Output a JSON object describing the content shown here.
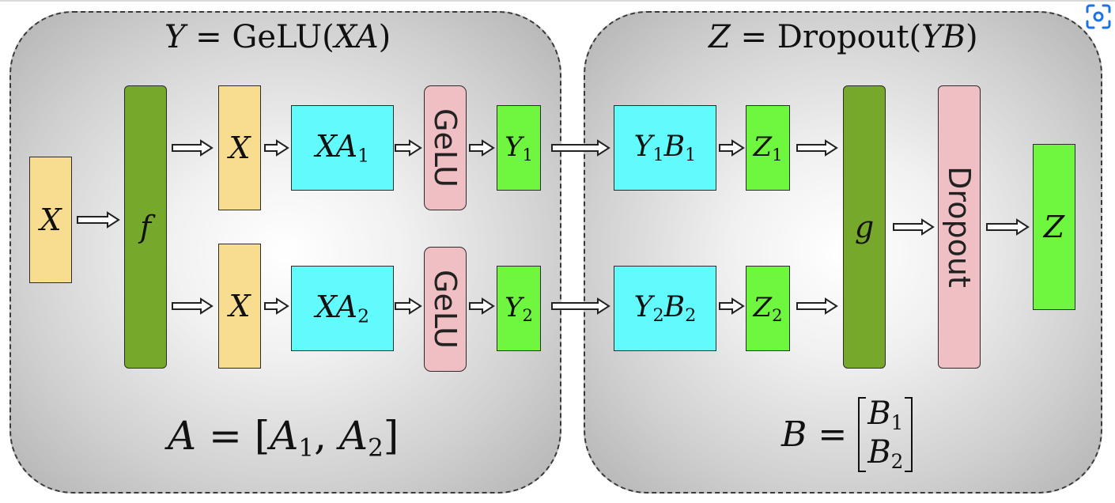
{
  "left_panel": {
    "title": {
      "lhs": "Y",
      "eq": " = ",
      "fn": "GeLU",
      "open": "(",
      "arg": "XA",
      "close": ")"
    },
    "footer": {
      "lhs": "A",
      "eq": " = [",
      "a1": "A",
      "s1": "1",
      "comma": ", ",
      "a2": "A",
      "s2": "2",
      "close": "]"
    },
    "input_x": "X",
    "f_label": "f",
    "rows": [
      {
        "x": "X",
        "xa": "XA",
        "xa_sub": "1",
        "gelu": "GeLU",
        "y": "Y",
        "y_sub": "1"
      },
      {
        "x": "X",
        "xa": "XA",
        "xa_sub": "2",
        "gelu": "GeLU",
        "y": "Y",
        "y_sub": "2"
      }
    ]
  },
  "right_panel": {
    "title": {
      "lhs": "Z",
      "eq": " = ",
      "fn": "Dropout",
      "open": "(",
      "arg": "YB",
      "close": ")"
    },
    "footer": {
      "lhs": "B",
      "eq": " = ",
      "b1": "B",
      "s1": "1",
      "b2": "B",
      "s2": "2"
    },
    "rows": [
      {
        "y": "Y",
        "y_sub": "1",
        "b": "B",
        "b_sub": "1",
        "z": "Z",
        "z_sub": "1"
      },
      {
        "y": "Y",
        "y_sub": "2",
        "b": "B",
        "b_sub": "2",
        "z": "Z",
        "z_sub": "2"
      }
    ],
    "g_label": "g",
    "dropout_label": "Dropout",
    "output_z": "Z"
  },
  "colors": {
    "input": "#f8dd90",
    "matmul": "#62fbfd",
    "activation_out": "#6ff63e",
    "gate": "#76a82c",
    "gelu": "#f0bfc3",
    "corner_icon": "#1a73e8"
  },
  "icons": {
    "corner": "screen-capture-icon"
  }
}
